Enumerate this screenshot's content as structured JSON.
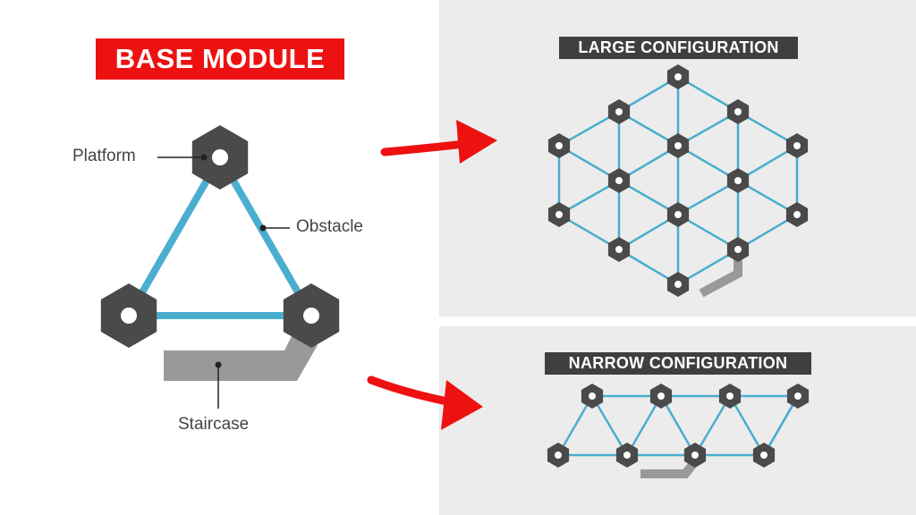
{
  "base_module": {
    "title": "BASE MODULE",
    "labels": {
      "platform": "Platform",
      "obstacle": "Obstacle",
      "staircase": "Staircase"
    }
  },
  "large_configuration": {
    "title": "LARGE CONFIGURATION"
  },
  "narrow_configuration": {
    "title": "NARROW CONFIGURATION"
  },
  "icons": [
    "hexagon-platform-icon",
    "arrow-right-icon",
    "staircase-icon"
  ],
  "colors": {
    "title_red": "#ee1111",
    "title_dark": "#3f3f3f",
    "obstacle_blue": "#4aaecf",
    "platform_gray": "#4a4a4a",
    "staircase_gray": "#999999",
    "arrow_red": "#ee1111",
    "panel_bg": "#ececec"
  }
}
